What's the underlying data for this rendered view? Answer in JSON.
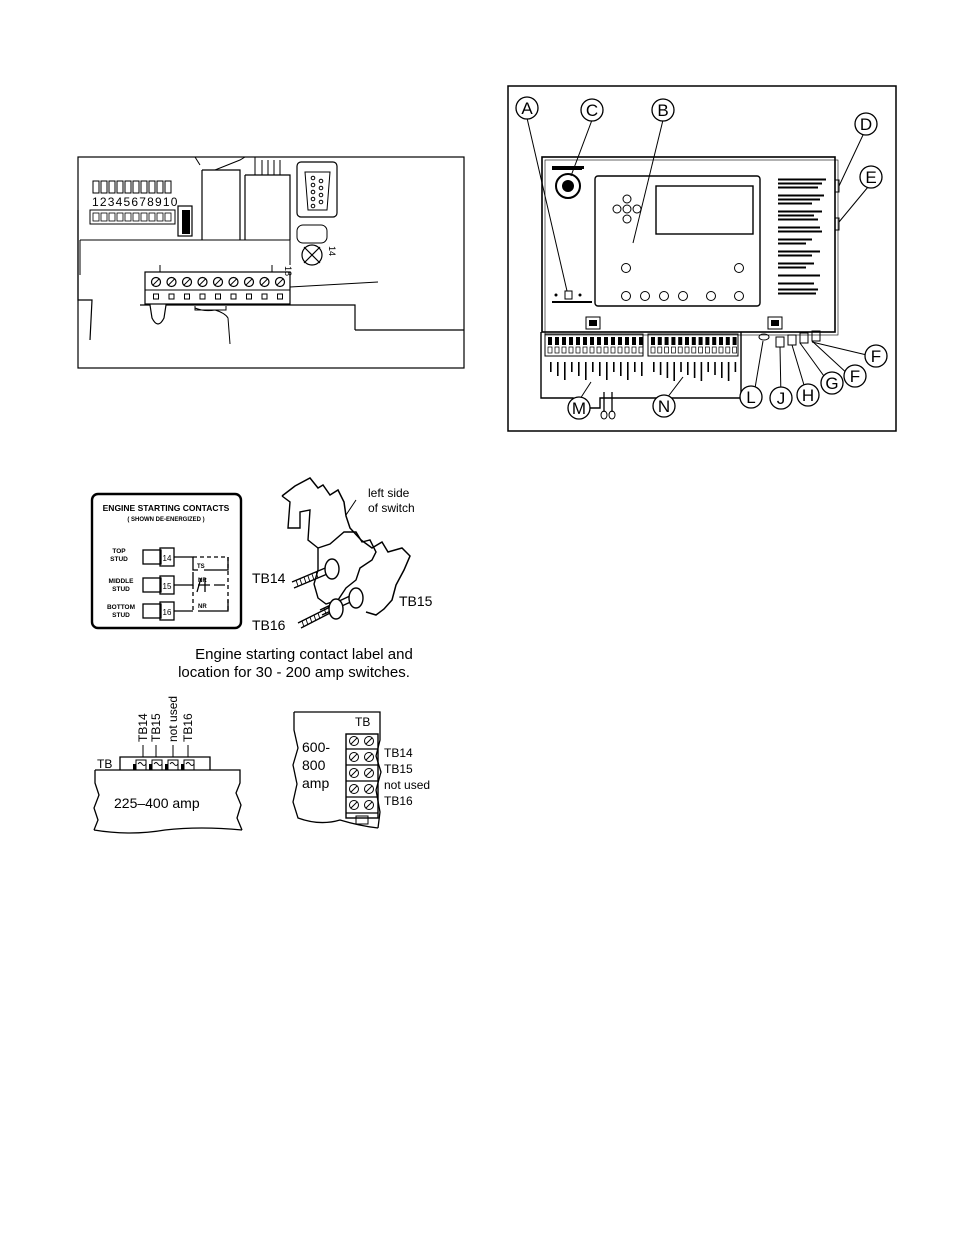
{
  "fig1": {
    "digits": "12345678910"
  },
  "controller": {
    "callouts": [
      "A",
      "C",
      "B",
      "D",
      "E",
      "F",
      "F",
      "G",
      "H",
      "J",
      "L",
      "M",
      "N"
    ]
  },
  "label": {
    "title": "ENGINE STARTING CONTACTS",
    "subtitle": "( SHOWN DE-ENERGIZED )",
    "top_stud": [
      "TOP",
      "STUD"
    ],
    "middle_stud": [
      "MIDDLE",
      "STUD"
    ],
    "bottom_stud": [
      "BOTTOM",
      "STUD"
    ],
    "stud_numbers": [
      "14",
      "15",
      "16"
    ],
    "contact_marks": [
      "TS",
      "NR",
      "NR"
    ]
  },
  "switch_side": {
    "note": [
      "left side",
      "of switch"
    ],
    "tb14": "TB14",
    "tb15": "TB15",
    "tb16": "TB16"
  },
  "caption": {
    "line1": "Engine starting contact label and",
    "line2": "location for  30 - 200 amp switches."
  },
  "amp225": {
    "tb": "TB",
    "rating": "225–400 amp",
    "terminals": [
      "TB14",
      "TB15",
      "not used",
      "TB16"
    ]
  },
  "amp600": {
    "tb": "TB",
    "rating": [
      "600-",
      "800",
      "amp"
    ],
    "terminals": [
      "TB14",
      "TB15",
      "not used",
      "TB16"
    ]
  }
}
